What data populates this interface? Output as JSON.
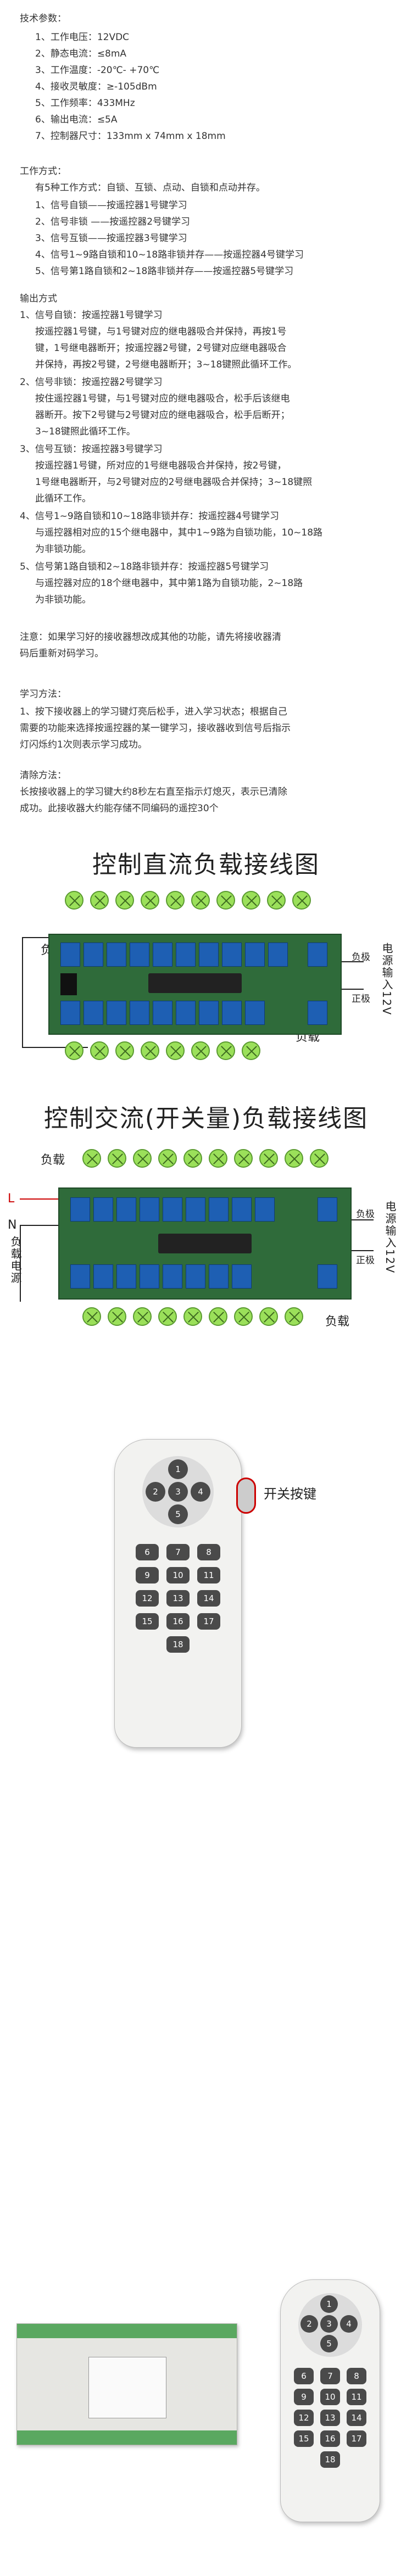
{
  "specs": {
    "title": "技术参数：",
    "items": [
      "1、工作电压：12VDC",
      "2、静态电流：≤8mA",
      "3、工作温度：-20℃- +70℃",
      "4、接收灵敏度：≥-105dBm",
      "5、工作频率：433MHz",
      "6、输出电流：≤5A",
      "7、控制器尺寸：133mm x 74mm x 18mm"
    ]
  },
  "modes": {
    "title": "工作方式：",
    "intro": "有5种工作方式：自锁、互锁、点动、自锁和点动并存。",
    "items": [
      "1、信号自锁——按遥控器1号键学习",
      "2、信号非锁 ——按遥控器2号键学习",
      "3、信号互锁——按遥控器3号键学习",
      "4、信号1~9路自锁和10~18路非锁并存——按遥控器4号键学习",
      "5、信号第1路自锁和2~18路非锁并存——按遥控器5号键学习"
    ]
  },
  "output": {
    "title": "输出方式",
    "items": [
      {
        "head": "1、信号自锁：按遥控器1号键学习",
        "lines": [
          "按遥控器1号键，与1号键对应的继电器吸合并保持，再按1号",
          "键，1号继电器断开；按遥控器2号键，2号键对应继电器吸合",
          "并保持，再按2号键，2号继电器断开；3~18键照此循环工作。"
        ]
      },
      {
        "head": "2、信号非锁：按遥控器2号键学习",
        "lines": [
          "按住遥控器1号键，与1号键对应的继电器吸合，松手后该继电",
          "器断开。按下2号键与2号键对应的继电器吸合，松手后断开；",
          "3~18键照此循环工作。"
        ]
      },
      {
        "head": "3、信号互锁：按遥控器3号键学习",
        "lines": [
          "按遥控器1号键，所对应的1号继电器吸合并保持，按2号键，",
          "1号继电器断开，与2号键对应的2号继电器吸合并保持；3~18键照",
          "此循环工作。"
        ]
      },
      {
        "head": "4、信号1~9路自锁和10~18路非锁并存：按遥控器4号键学习",
        "lines": [
          "与遥控器相对应的15个继电器中，其中1~9路为自锁功能，10~18路",
          "为非锁功能。"
        ]
      },
      {
        "head": "5、信号第1路自锁和2~18路非锁并存：按遥控器5号键学习",
        "lines": [
          "与遥控器对应的18个继电器中，其中第1路为自锁功能，2~18路",
          "为非锁功能。"
        ]
      }
    ]
  },
  "note": {
    "lines": [
      "注意：如果学习好的接收器想改成其他的功能，请先将接收器清",
      "码后重新对码学习。"
    ]
  },
  "learn": {
    "title": "学习方法：",
    "lines": [
      "1、按下接收器上的学习键灯亮后松手，进入学习状态；根据自己",
      "需要的功能来选择按遥控器的某一键学习，接收器收到信号后指示",
      "灯闪烁约1次则表示学习成功。"
    ]
  },
  "clear": {
    "title": "清除方法：",
    "lines": [
      "长按接收器上的学习键大约8秒左右直至指示灯熄灭，表示已清除",
      "成功。此接收器大约能存储不同编码的遥控30个"
    ]
  },
  "dc_diagram": {
    "title": "控制直流负载接线图",
    "load_top": "负载",
    "load_bottom": "负载",
    "power_label": "电源输入12V",
    "neg_label": "负极",
    "pos_label": "正极"
  },
  "ac_diagram": {
    "title": "控制交流(开关量)负载接线图",
    "load_top": "负载",
    "load_bottom": "负载",
    "L": "L",
    "N": "N",
    "source_label": "负载电源",
    "power_label": "电源输入12V",
    "neg_label": "负极",
    "pos_label": "正极"
  },
  "remote": {
    "switch_label": "开关按键",
    "keys": [
      "1",
      "2",
      "3",
      "4",
      "5",
      "6",
      "7",
      "8",
      "9",
      "10",
      "11",
      "12",
      "13",
      "14",
      "15",
      "16",
      "17",
      "18"
    ]
  }
}
